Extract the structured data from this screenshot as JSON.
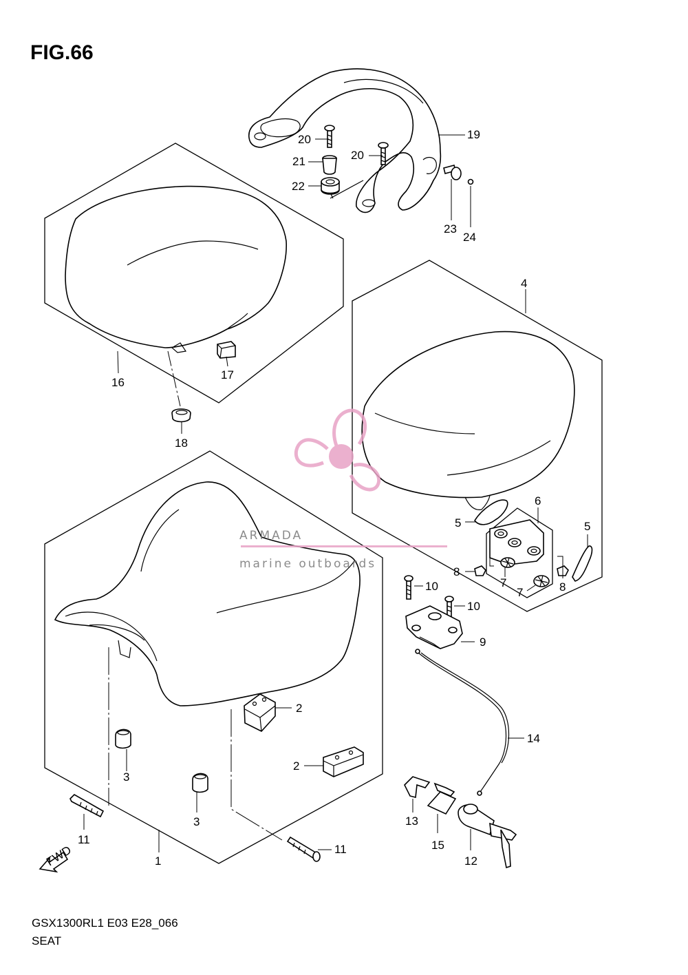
{
  "figure": {
    "title": "FIG.66"
  },
  "footer": {
    "model_code": "GSX1300RL1 E03 E28_066",
    "section_name": "SEAT"
  },
  "fwd_arrow_label": "FWD",
  "watermark": {
    "brand": "ARMADA",
    "tagline": "marine outboards",
    "color": "#e8a3c6"
  },
  "callouts": {
    "c1": "1",
    "c2a": "2",
    "c2b": "2",
    "c3a": "3",
    "c3b": "3",
    "c4": "4",
    "c5a": "5",
    "c5b": "5",
    "c6": "6",
    "c7a": "7",
    "c7b": "7",
    "c8a": "8",
    "c8b": "8",
    "c9": "9",
    "c10a": "10",
    "c10b": "10",
    "c11a": "11",
    "c11b": "11",
    "c12": "12",
    "c13": "13",
    "c14": "14",
    "c15": "15",
    "c16": "16",
    "c17": "17",
    "c18": "18",
    "c19": "19",
    "c20a": "20",
    "c20b": "20",
    "c21": "21",
    "c22": "22",
    "c23": "23",
    "c24": "24"
  }
}
